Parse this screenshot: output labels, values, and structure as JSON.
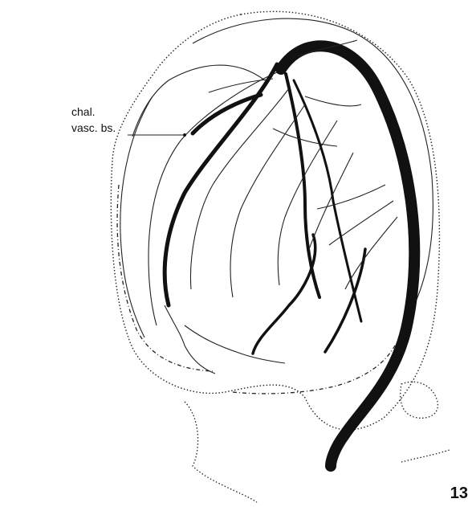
{
  "labels": {
    "chalazal_line1": "chal.",
    "chalazal_line2": "vasc. bs."
  },
  "figure_number": "13",
  "colors": {
    "ink": "#111111",
    "background": "#ffffff"
  }
}
